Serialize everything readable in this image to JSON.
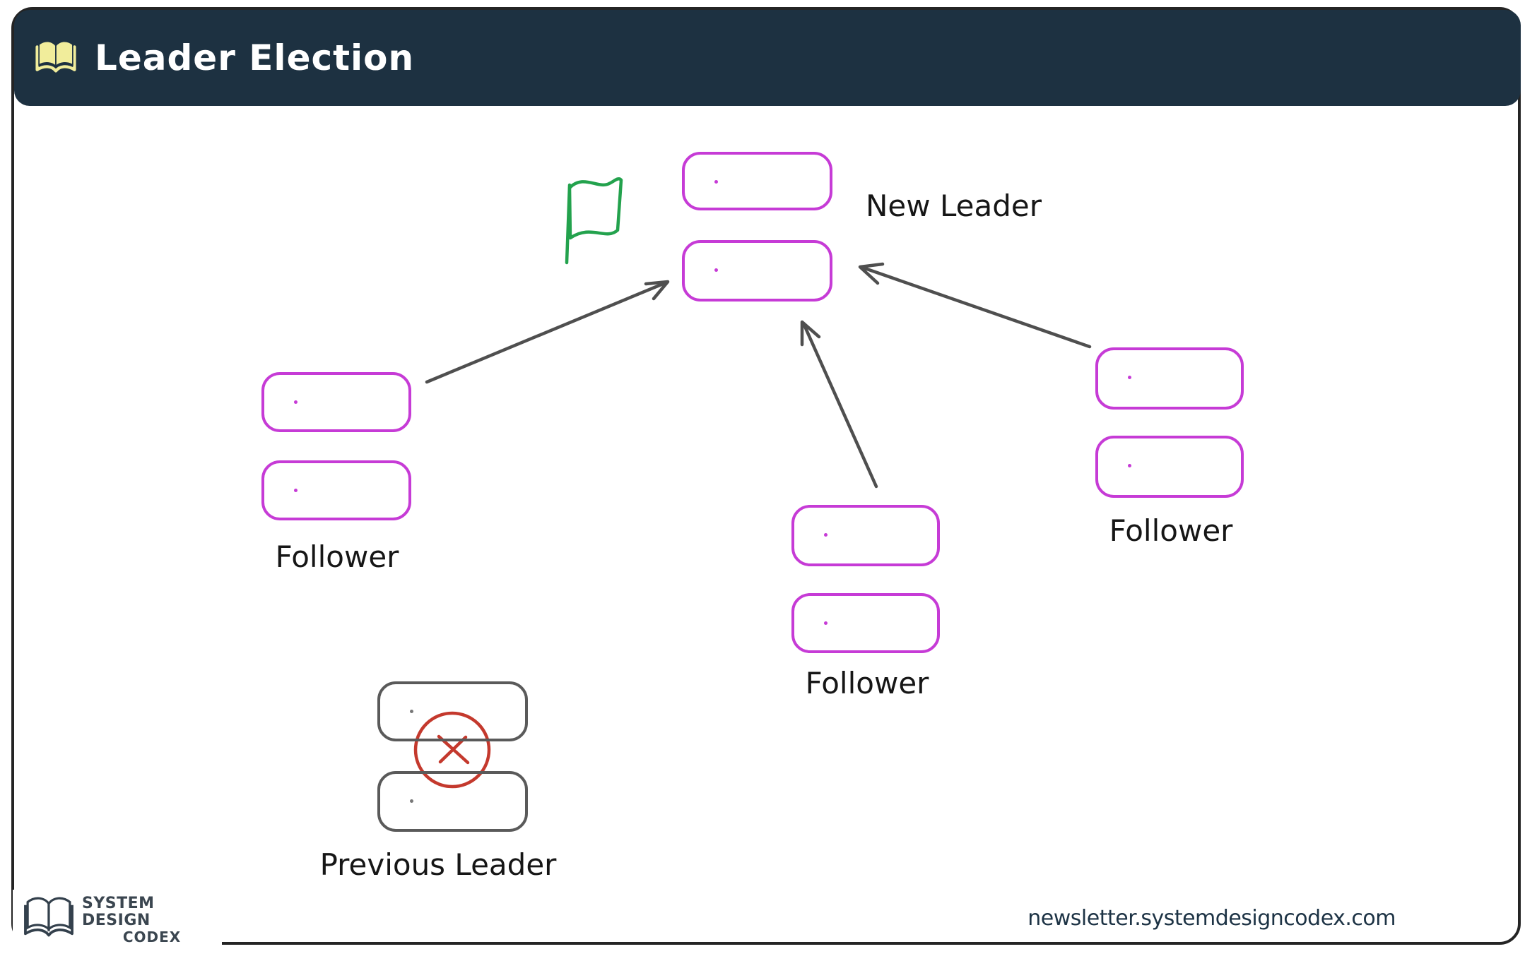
{
  "header": {
    "title": "Leader Election"
  },
  "diagram": {
    "new_leader": {
      "label": "New Leader"
    },
    "follower_left": {
      "label": "Follower"
    },
    "follower_middle": {
      "label": "Follower"
    },
    "follower_right": {
      "label": "Follower"
    },
    "previous_leader": {
      "label": "Previous Leader"
    }
  },
  "footer": {
    "brand_line1": "SYSTEM DESIGN",
    "brand_line2": "CODEX",
    "website": "newsletter.systemdesigncodex.com"
  },
  "colors": {
    "header_bg": "#1d3141",
    "node_active": "#c63bd6",
    "node_failed": "#5a5a5a",
    "arrow": "#4f4f4f",
    "flag_green": "#23a24d",
    "failure_red": "#c4392d",
    "accent_yellow": "#f1ed9b"
  }
}
